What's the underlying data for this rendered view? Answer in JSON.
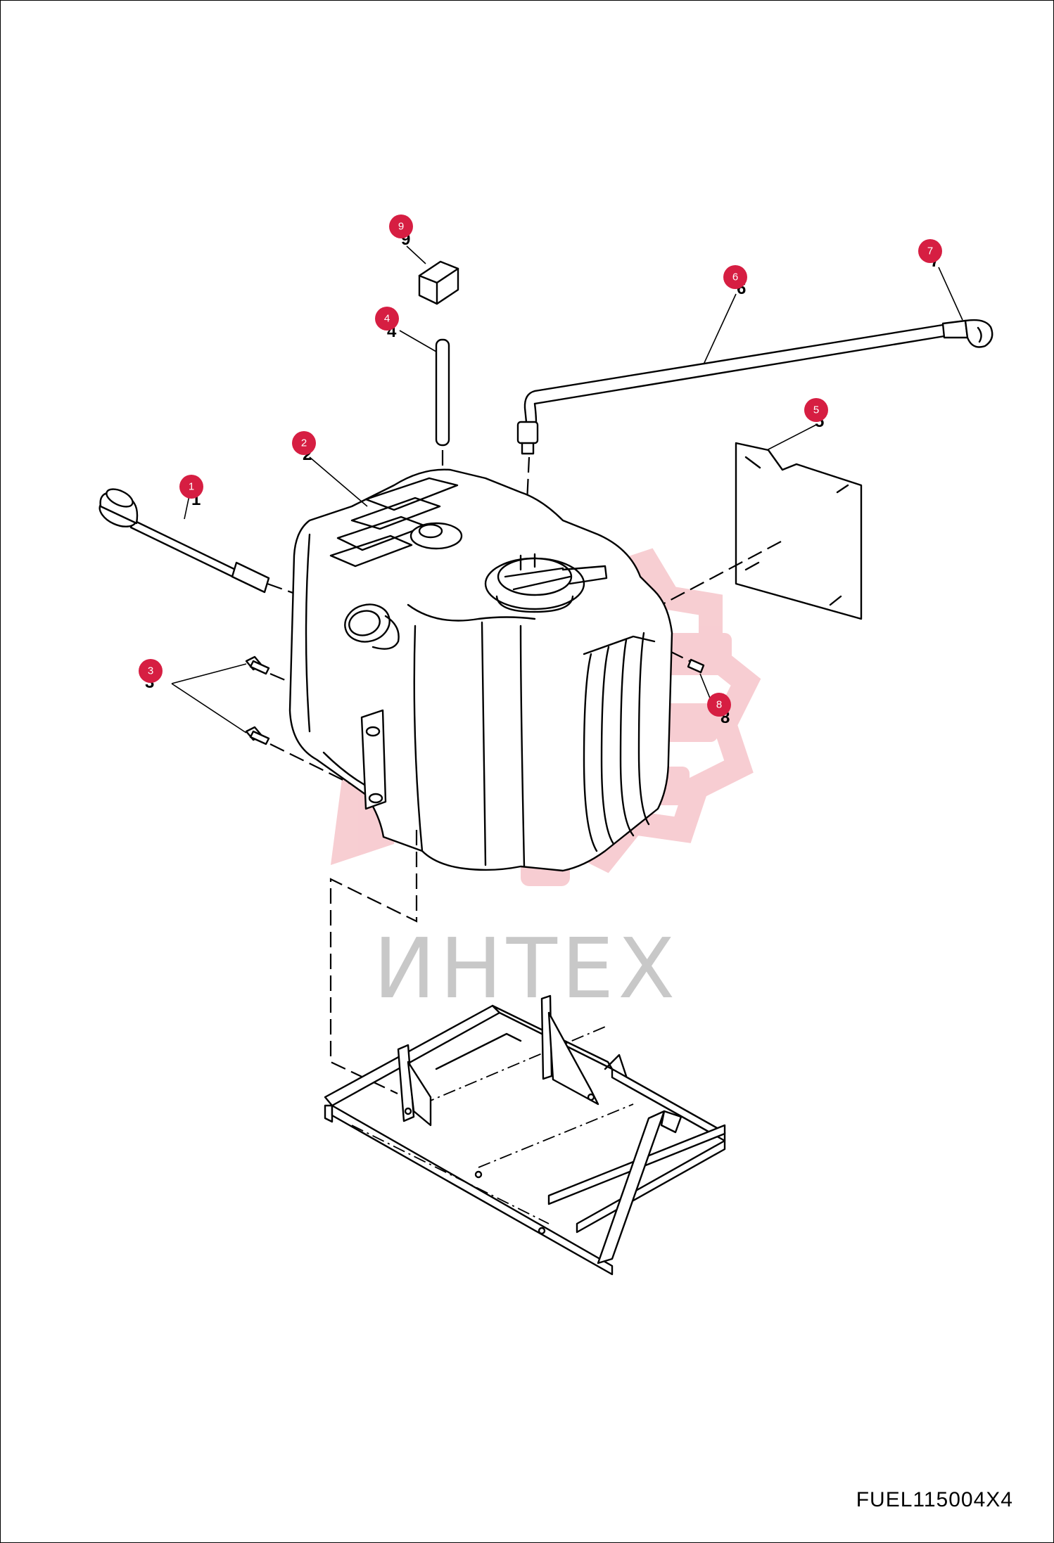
{
  "drawing_code": "FUEL115004X4",
  "watermark": {
    "text": "ИНТЕХ",
    "logo_name": "intex-gear-logo",
    "color": "#f3c9cf",
    "text_color": "#c8c8c8"
  },
  "accent_color": "#d61e42",
  "callouts": [
    {
      "number": "1",
      "label": "1"
    },
    {
      "number": "2",
      "label": "2"
    },
    {
      "number": "3",
      "label": "3"
    },
    {
      "number": "4",
      "label": "4"
    },
    {
      "number": "5",
      "label": "5"
    },
    {
      "number": "6",
      "label": "6"
    },
    {
      "number": "7",
      "label": "7"
    },
    {
      "number": "8",
      "label": "8"
    },
    {
      "number": "9",
      "label": "9"
    }
  ]
}
